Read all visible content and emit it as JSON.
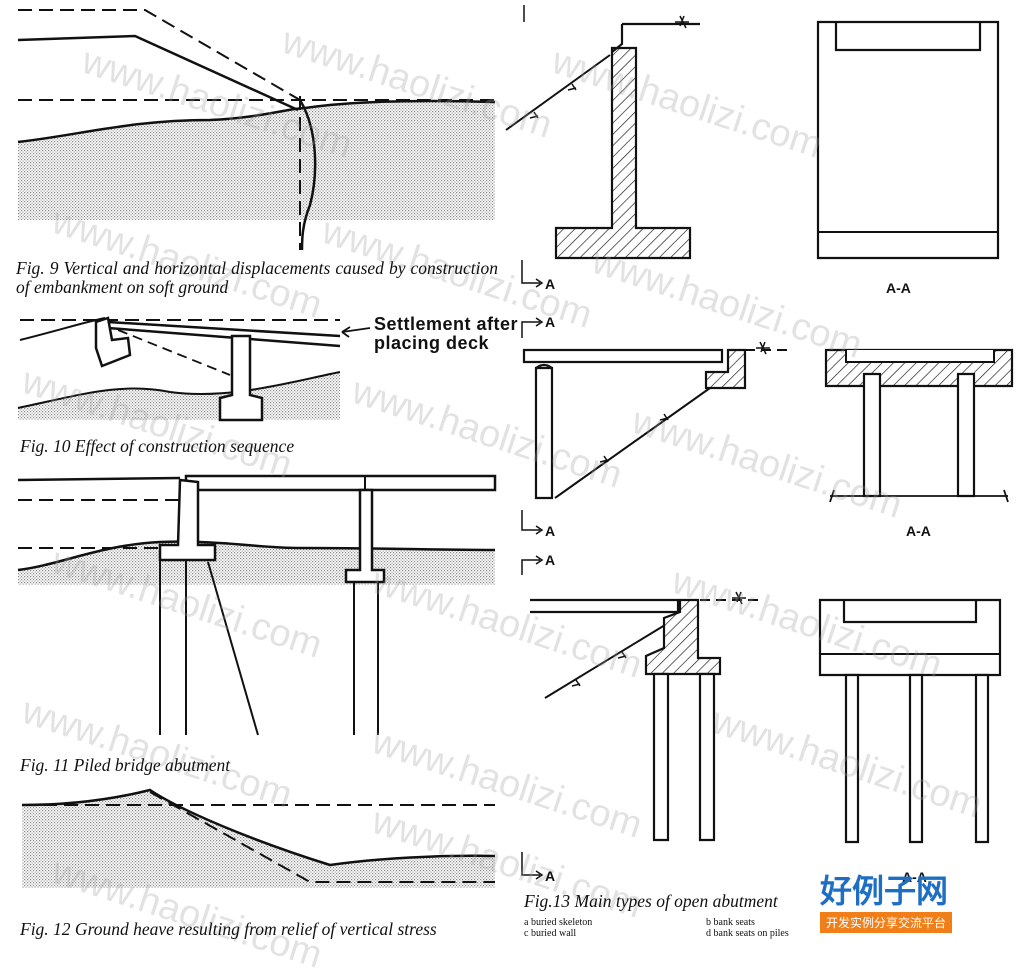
{
  "captions": {
    "fig9": "Fig. 9 Vertical and horizontal displacements caused by construction of embankment on soft ground",
    "fig10": "Fig. 10 Effect of construction sequence",
    "fig11": "Fig. 11 Piled bridge abutment",
    "fig12": "Fig. 12 Ground heave resulting from relief of vertical stress",
    "fig13": "Fig.13 Main types of open abutment"
  },
  "annotations": {
    "settlement_line1": "Settlement after",
    "settlement_line2": "placing deck"
  },
  "section_labels": {
    "a1": "A",
    "a2": "A",
    "a3": "A",
    "a4": "A",
    "a5": "A",
    "aa1": "A-A",
    "aa2": "A-A",
    "aa3": "A-A"
  },
  "legend": {
    "a": "a buried skeleton",
    "b": "b bank seats",
    "c": "c buried wall",
    "d": "d bank seats on piles"
  },
  "watermark": {
    "text": "www.haolizi.com",
    "brand_main": "好例子网",
    "brand_sub": "开发实例分享交流平台",
    "brand_color": "#1e6fc4",
    "brand_sub_bg": "#f07f1a"
  }
}
